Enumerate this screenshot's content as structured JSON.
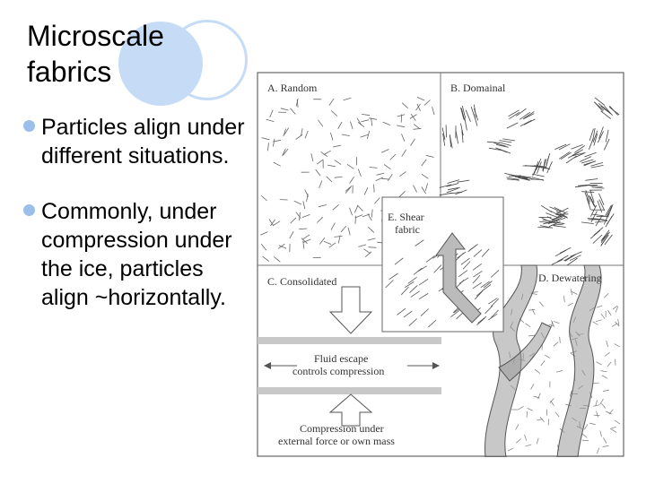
{
  "slide": {
    "title_line1": "Microscale",
    "title_line2": "fabrics",
    "bullets": [
      {
        "text": "Particles align under different situations."
      },
      {
        "text": "Commonly, under compression under the ice, particles align ~horizontally."
      }
    ]
  },
  "figure": {
    "labels": {
      "random": "A. Random",
      "domainal": "B. Domainal",
      "consolidated": "C. Consolidated",
      "dewatering": "D. Dewatering",
      "shear_line1": "E. Shear",
      "shear_line2": "fabric",
      "fluid_line1": "Fluid escape",
      "fluid_line2": "controls compression",
      "compression_line1": "Compression under",
      "compression_line2": "external force or own mass"
    }
  },
  "colors": {
    "accent": "#c6dcf6",
    "bullet": "#9bbfe8",
    "panel_line": "#888888",
    "bands": "#c8c8c8"
  }
}
